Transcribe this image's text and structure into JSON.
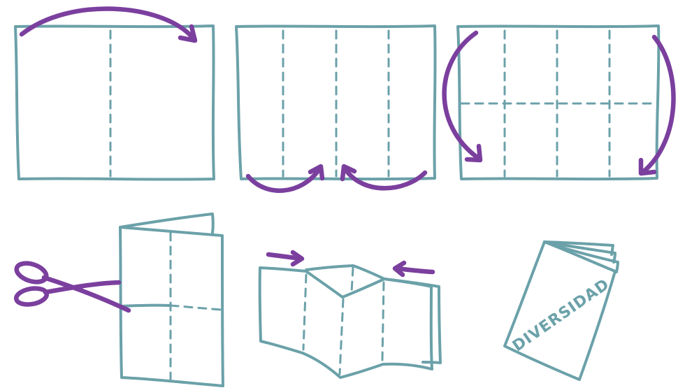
{
  "colors": {
    "paper_stroke": "#6ba1a9",
    "arrow": "#7b3f9e",
    "background": "#ffffff"
  },
  "booklet": {
    "cover_text": "DIVERSIDAD"
  },
  "icons": [
    "fold-arrow",
    "scissors-icon",
    "zine-booklet"
  ]
}
